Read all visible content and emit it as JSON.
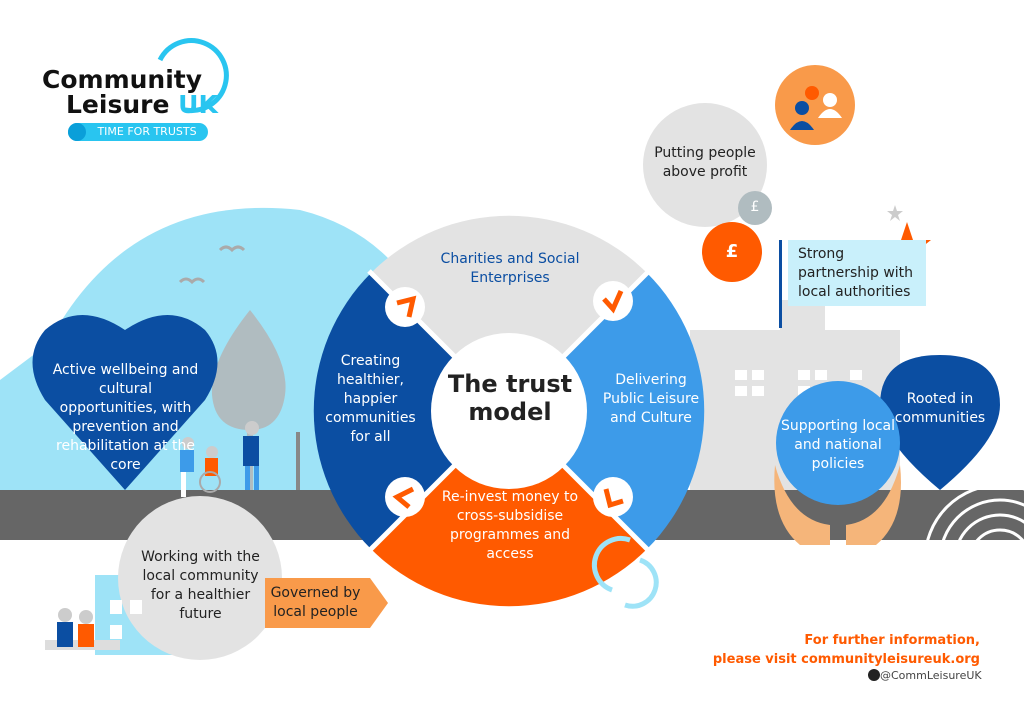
{
  "logo": {
    "line1": "Community",
    "line2": "Leisure",
    "uk": "UK",
    "tagline": "TIME FOR TRUSTS"
  },
  "center": {
    "title_line1": "The trust",
    "title_line2": "model"
  },
  "segments": {
    "top": "Charities and Social Enterprises",
    "right": "Delivering Public Leisure and Culture",
    "bottom": "Re-invest money to cross-subsidise programmes and access",
    "left": "Creating healthier, happier communities for all"
  },
  "callouts": {
    "wellbeing": "Active wellbeing and cultural opportunities, with prevention and rehabilitation at the core",
    "community": "Working with the local community for a healthier future",
    "governed": "Governed by local people",
    "people_profit": "Putting people above profit",
    "partnership": "Strong partnership with local authorities",
    "rooted": "Rooted in communities",
    "policies": "Supporting local and national policies",
    "pound_symbol": "£"
  },
  "footer": {
    "line1": "For further information,",
    "line2": "please visit communityleisureuk.org",
    "social_handle": "@CommLeisureUK"
  },
  "colors": {
    "dark_blue": "#0b4ea2",
    "mid_blue": "#3d9be9",
    "light_blue": "#9ee3f7",
    "orange": "#ff5a00",
    "light_orange": "#f99a4a",
    "gray": "#e0e0e0",
    "ground": "#666666",
    "cyan": "#29c5f0"
  }
}
